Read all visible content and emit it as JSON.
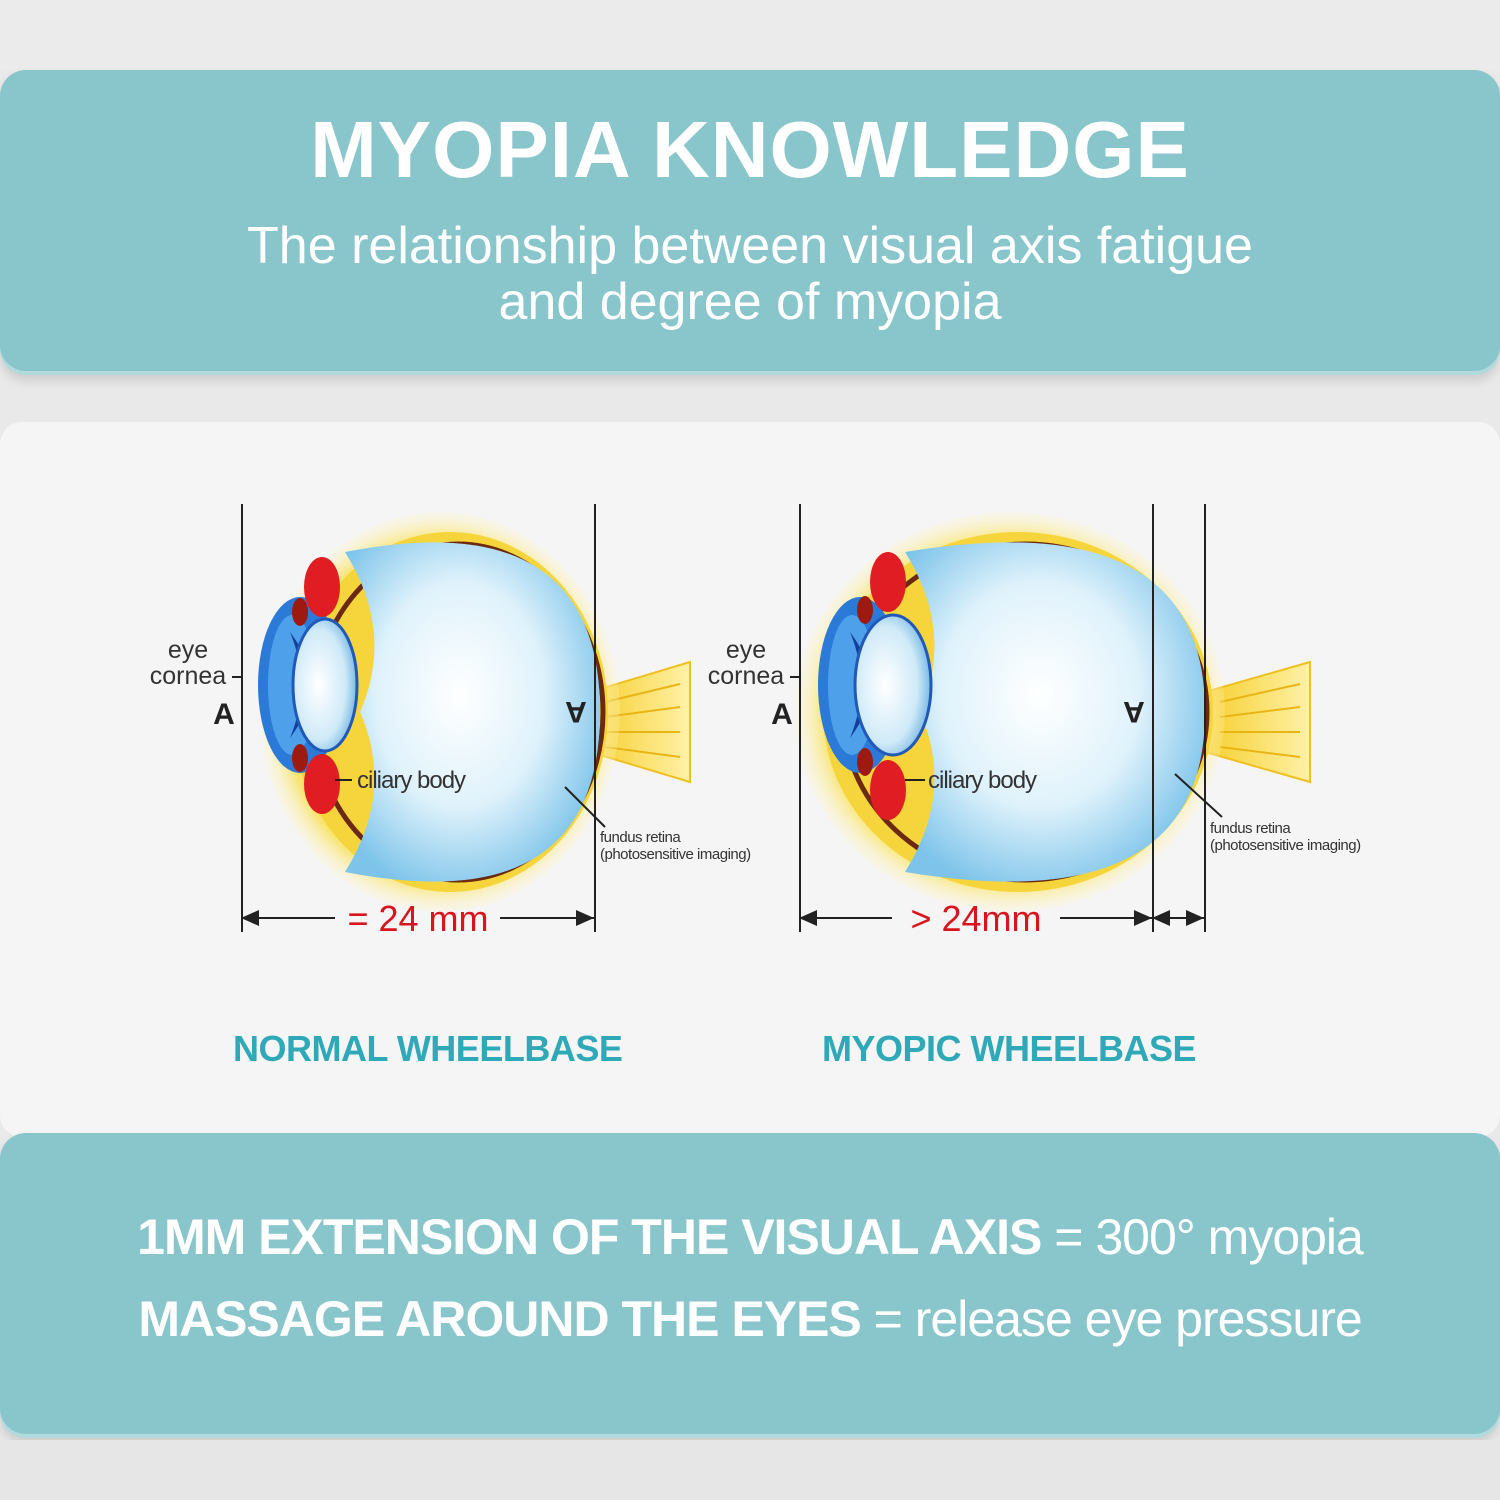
{
  "header": {
    "title": "MYOPIA KNOWLEDGE",
    "subtitle_line1": "The relationship between visual axis fatigue",
    "subtitle_line2": "and degree of myopia"
  },
  "diagrams": [
    {
      "label_cornea": "eye\ncornea",
      "label_cornea_l1": "eye",
      "label_cornea_l2": "cornea",
      "marker_front": "A",
      "marker_back": "A",
      "label_ciliary": "ciliary body",
      "label_retina_l1": "fundus retina",
      "label_retina_l2": "(photosensitive imaging)",
      "measurement": "= 24 mm",
      "caption": "NORMAL WHEELBASE"
    },
    {
      "label_cornea_l1": "eye",
      "label_cornea_l2": "cornea",
      "marker_front": "A",
      "marker_back": "A",
      "label_ciliary": "ciliary body",
      "label_retina_l1": "fundus retina",
      "label_retina_l2": "(photosensitive imaging)",
      "measurement": "> 24mm",
      "caption": "MYOPIC WHEELBASE"
    }
  ],
  "footer": {
    "line1_strong": "1MM EXTENSION OF THE VISUAL AXIS",
    "line1_rest": " = 300° myopia",
    "line2_strong": "MASSAGE AROUND THE EYES",
    "line2_rest": " = release eye pressure"
  },
  "colors": {
    "banner": "#88c6cb",
    "caption": "#2fa9b8",
    "measurement": "#d9141c",
    "sclera": "#f7d94a",
    "vitreous": "#bfe5f7",
    "iris": "#2a6fd1",
    "ciliary": "#e01d22"
  }
}
